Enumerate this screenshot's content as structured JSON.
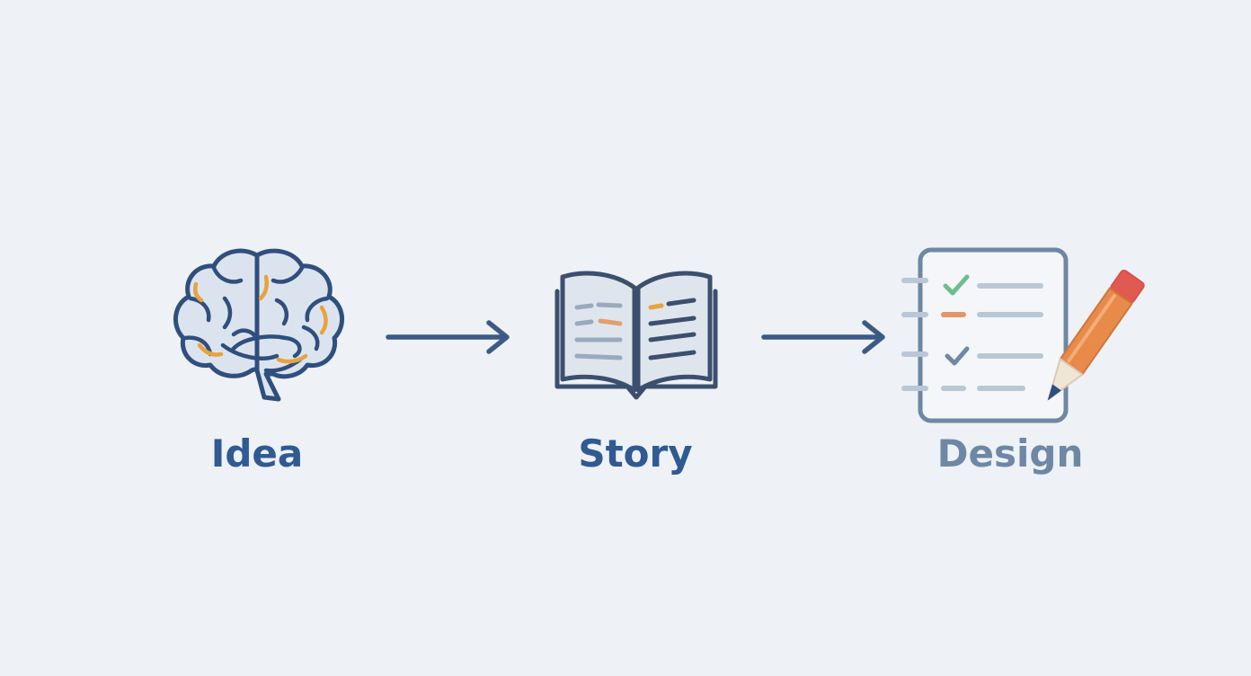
{
  "steps": [
    {
      "label": "Idea",
      "icon": "brain-icon"
    },
    {
      "label": "Story",
      "icon": "open-book-icon"
    },
    {
      "label": "Design",
      "icon": "checklist-pencil-icon"
    }
  ],
  "colors": {
    "background": "#eef1f5",
    "primary": "#2f5a92",
    "outline": "#3c5a85",
    "muted": "#6e87a5",
    "accent_orange": "#e8a23e",
    "accent_green": "#6cbf8a",
    "accent_red": "#e05a52",
    "fill_light": "#dbe4ee"
  }
}
